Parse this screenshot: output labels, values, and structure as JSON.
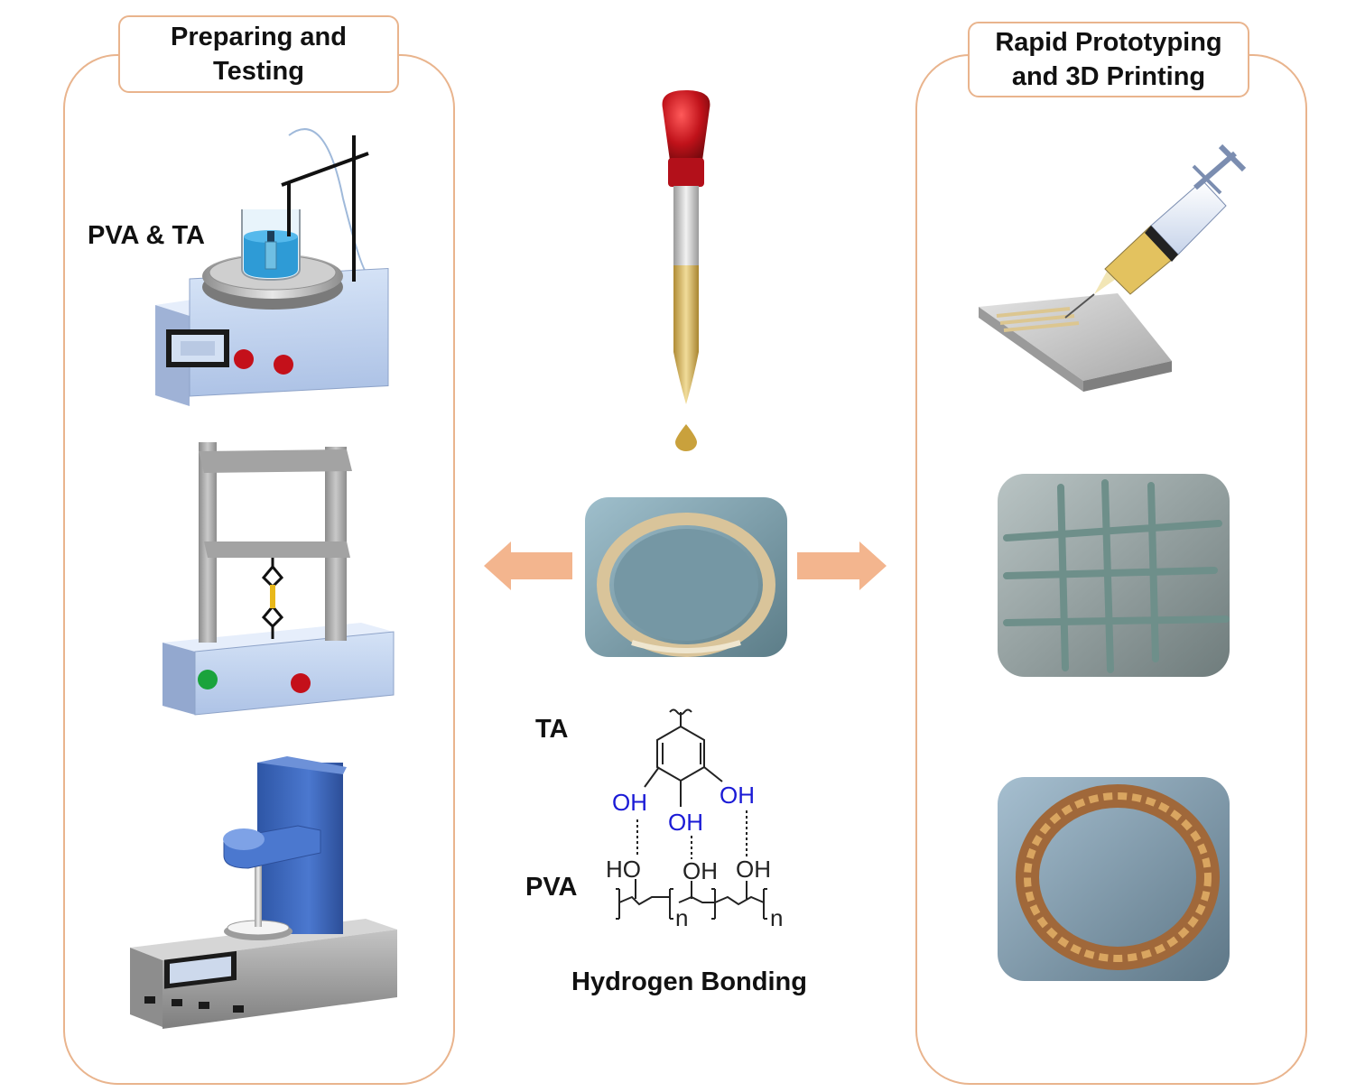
{
  "left_panel": {
    "title_line1": "Preparing and",
    "title_line2": "Testing",
    "stirrer_label": "PVA & TA"
  },
  "right_panel": {
    "title_line1": "Rapid Prototyping",
    "title_line2": "and 3D Printing"
  },
  "center": {
    "chem_top_label": "TA",
    "chem_bottom_label": "PVA",
    "caption": "Hydrogen Bonding",
    "hydroxyl": "OH",
    "hydroxyl_rev": "HO",
    "repeat_subscript": "n"
  },
  "colors": {
    "panel_border": "#e9b48d",
    "arrow": "#f3b58e",
    "hydroxyl_blue": "#1a1ad6",
    "pipette_bulb": "#c0121a",
    "gel_amber": "#d7b562"
  }
}
